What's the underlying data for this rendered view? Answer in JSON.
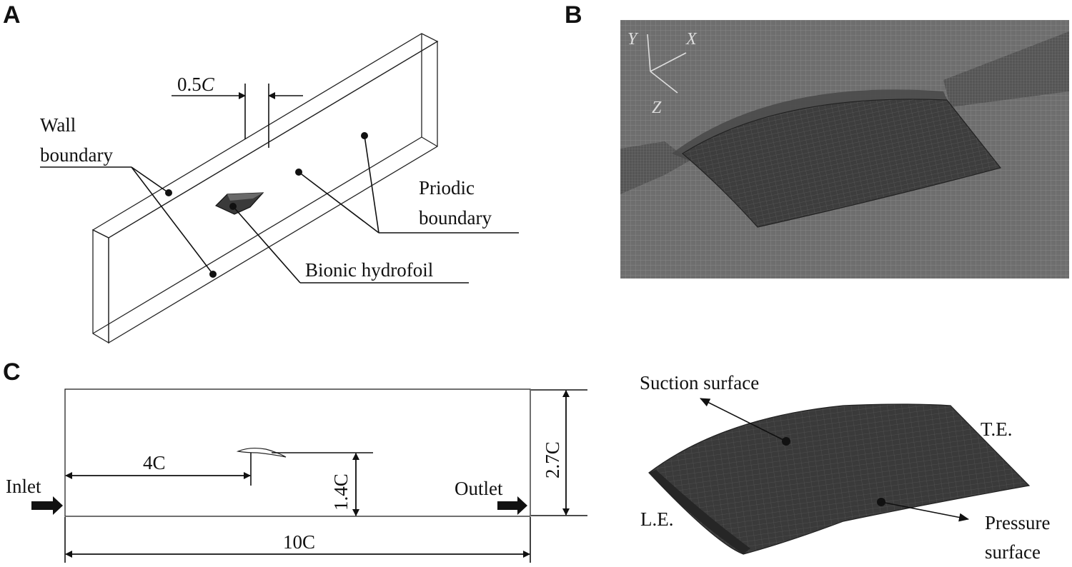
{
  "panels": {
    "a": {
      "letter": "A",
      "dim_prefix": "0.5",
      "dim_var": "C",
      "wall_line1": "Wall",
      "wall_line2": "boundary",
      "periodic_line1": "Priodic",
      "periodic_line2": "boundary",
      "hydrofoil": "Bionic hydrofoil"
    },
    "b": {
      "letter": "B",
      "axis_y": "Y",
      "axis_x": "X",
      "axis_z": "Z"
    },
    "c": {
      "letter": "C",
      "inlet": "Inlet",
      "outlet": "Outlet",
      "dim_4c": "4C",
      "dim_14c": "1.4C",
      "dim_27c": "2.7C",
      "dim_10c": "10C"
    },
    "d": {
      "suction": "Suction surface",
      "te": "T.E.",
      "le": "L.E.",
      "pressure_line1": "Pressure",
      "pressure_line2": "surface"
    }
  },
  "colors": {
    "mesh_background": "#6e6e6e",
    "mesh_foil": "#3d3d3d",
    "line": "#111111"
  }
}
